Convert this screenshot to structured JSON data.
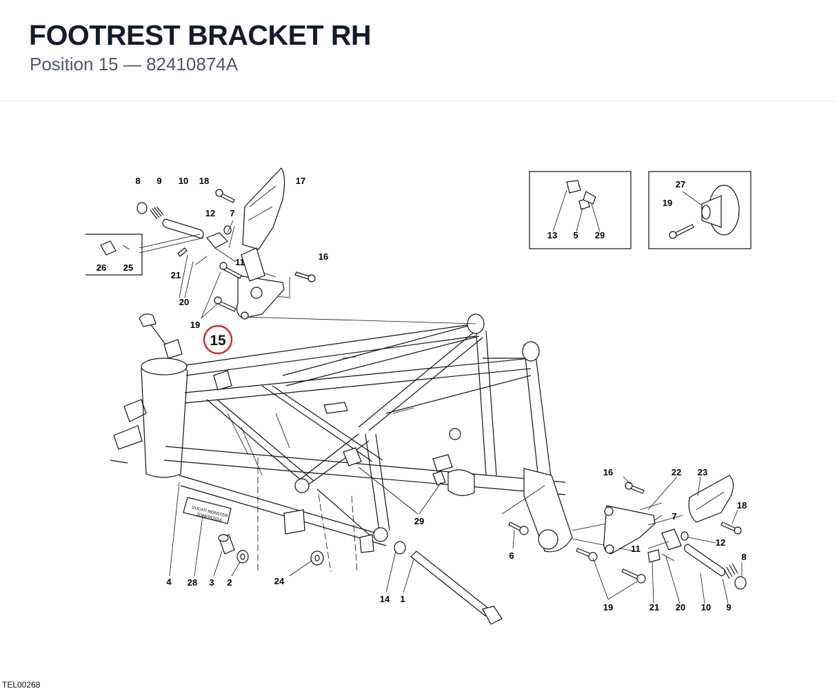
{
  "header": {
    "title": "FOOTREST BRACKET RH",
    "subtitle": "Position 15 — 82410874A"
  },
  "highlight": {
    "label": "15",
    "color": "#d42a2a"
  },
  "callouts": {
    "l8a": "8",
    "l9a": "9",
    "l10a": "10",
    "l18a": "18",
    "l17": "17",
    "l12a": "12",
    "l7a": "7",
    "l11a": "11",
    "l21a": "21",
    "l20a": "20",
    "l16a": "16",
    "l19a": "19",
    "l26": "26",
    "l25": "25",
    "l13": "13",
    "l5": "5",
    "l29a": "29",
    "l27": "27",
    "l19b": "19",
    "l4": "4",
    "l28": "28",
    "l3": "3",
    "l2": "2",
    "l24": "24",
    "l14": "14",
    "l1": "1",
    "l29b": "29",
    "l6": "6",
    "l16b": "16",
    "l22": "22",
    "l23": "23",
    "l7b": "7",
    "l18b": "18",
    "l11b": "11",
    "l12b": "12",
    "l8b": "8",
    "l19c": "19",
    "l21b": "21",
    "l20b": "20",
    "l10b": "10",
    "l9b": "9"
  },
  "decal_text": {
    "line1": "DUCATI MONSTER",
    "line2": "ZONEROSSA"
  },
  "footer": {
    "drawing_code": "TEL00268"
  }
}
